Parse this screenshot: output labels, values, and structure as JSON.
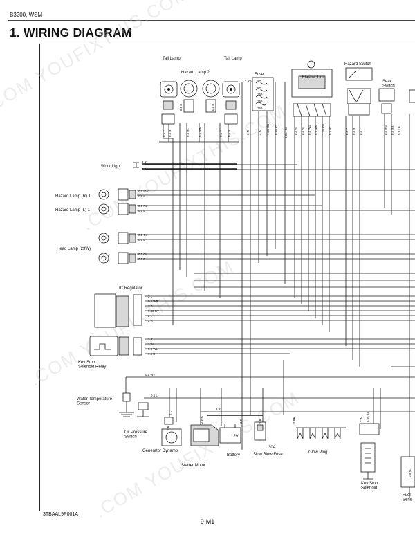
{
  "header": {
    "model": "B3200, WSM"
  },
  "title": "1. WIRING DIAGRAM",
  "footer": {
    "code": "3TBAAL9P001A",
    "page": "9-M1"
  },
  "watermark": ".COM  YOUFIXTHIS.COM",
  "components": {
    "tail_lamp_1": "Tail Lamp",
    "tail_lamp_2": "Tail Lamp",
    "hazard_lamp_2": "Hazard Lamp 2",
    "fuse": "Fuse",
    "flasher_unit": "Flasher Unit",
    "hazard_switch": "Hazard Switch",
    "seat_switch": "Seat\nSwitch",
    "work_light": "Work Light",
    "hazard_lamp_r": "Hazard Lamp (R) 1",
    "hazard_lamp_l": "Hazard Lamp (L) 1",
    "head_lamp": "Head Lamp (23W)",
    "ic_regulator": "IC Regulator",
    "key_stop_relay": "Key Stop\nSolenoid Relay",
    "water_temp": "Water Temperature\nSensor",
    "oil_pressure": "Oil Pressure\nSwitch",
    "generator": "Generator Dynamo",
    "starter": "Starter Motor",
    "battery": "Battery",
    "battery_volt": "12V",
    "slow_blow": "Slow Blow Fuse",
    "slow_blow_amp": "30A",
    "glow_plug": "Glow Plug",
    "key_stop_solenoid": "Key Stop\nSolenoid",
    "fuel": "Fuel\nSens"
  },
  "fuse_amps": [
    "5A",
    "5A",
    "15A",
    "15A",
    "15A"
  ],
  "wire_labels": {
    "top": [
      "2 RW",
      "3 R",
      "2 R",
      "1.25 RG",
      "0.85 RY",
      "0.85 RB",
      "0.5 G",
      "0.5 Gr",
      "0.5 WG",
      "0.5 BW",
      "1.25 RG",
      "0.5 RL",
      "0.5 Y",
      "0.5 B",
      "0.5 Y",
      "0.5 RG",
      "0.5 RB",
      "0.5 LB"
    ],
    "tail": [
      "0.5 Y",
      "0.5 B",
      "0.5 B",
      "0.5 RL",
      "0.5 RW",
      "0.5 B",
      "0.5 Y",
      "0.5 B"
    ],
    "work_light": [
      "2 RL",
      "2 B"
    ],
    "hazard_r": [
      "0.5 RW",
      "0.5 B"
    ],
    "hazard_l": [
      "0.5 RL",
      "0.5 B"
    ],
    "head_1": [
      "0.5 Or",
      "0.5 B"
    ],
    "head_2": [
      "0.5 Or",
      "0.5 B"
    ],
    "regulator": [
      "2 L",
      "0.5 WR",
      "2 B",
      "0.85 RY",
      "2 L",
      "2 R"
    ],
    "relay": [
      "2 R",
      "2 W",
      "0.5 WL",
      "0.5 B"
    ],
    "misc": [
      "0.5 WY",
      "0.5 L",
      "2 L",
      "3 R",
      "2 WR",
      "3 R",
      "3 R",
      "3 BR",
      "2 W",
      "0.85 W",
      "2 R",
      "0.5 YL"
    ]
  }
}
